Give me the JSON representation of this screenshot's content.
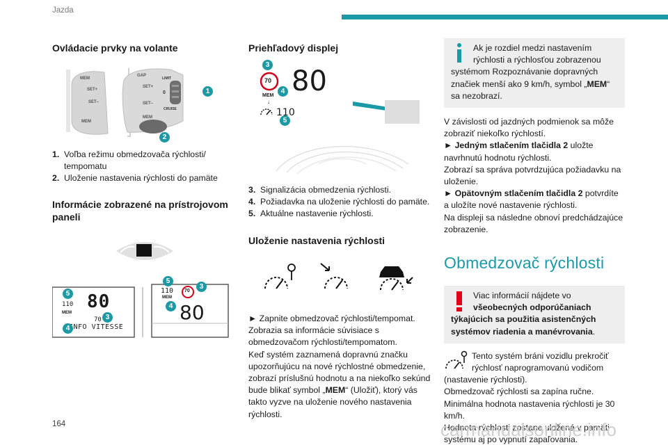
{
  "header": {
    "section": "Jazda",
    "accent_color": "#1a9aa6"
  },
  "page_number": "164",
  "watermark": "carmanualsonline.info",
  "col1": {
    "title1": "Ovládacie prvky na volante",
    "list1": [
      {
        "n": "1.",
        "text": "Voľba režimu obmedzovača rýchlosti/ tempomatu"
      },
      {
        "n": "2.",
        "text": "Uloženie nastavenia rýchlosti do pamäte"
      }
    ],
    "title2_line1": "Informácie zobrazené na prístrojovom",
    "title2_line2": "paneli",
    "stalk": {
      "mem": "MEM",
      "set_plus": "SET+",
      "set_minus": "SET–",
      "gap": "GAP",
      "limit": "LIMIT",
      "cruise": "CRUISE",
      "zero": "0",
      "mem2": "MEM"
    },
    "display_left": {
      "speed": "80",
      "small": "110",
      "mem": "MEM",
      "limit": "70",
      "info": "INFO VITESSE"
    },
    "display_right": {
      "small": "110",
      "mem": "MEM",
      "sign": "70",
      "speed": "80"
    }
  },
  "col2": {
    "title1": "Priehľadový displej",
    "hud": {
      "sign": "70",
      "mem": "MEM",
      "speed": "80",
      "small": "110"
    },
    "list1": [
      {
        "n": "3.",
        "text": "Signalizácia obmedzenia rýchlosti."
      },
      {
        "n": "4.",
        "text": "Požiadavka na uloženie rýchlosti do pamäte."
      },
      {
        "n": "5.",
        "text": "Aktuálne nastavenie rýchlosti."
      }
    ],
    "title2": "Uloženie nastavenia rýchlosti",
    "p_arrow": "►",
    "p1": "Zapnite obmedzovač rýchlosti/tempomat.",
    "p2": "Zobrazia sa informácie súvisiace s obmedzovačom rýchlosti/tempomatom.",
    "p3a": "Keď systém zaznamená dopravnú značku upozorňujúcu na nové rýchlostné obmedzenie, zobrazí príslušnú hodnotu a na niekoľko sekúnd bude blikať symbol „",
    "p3b": "MEM",
    "p3c": "“ (Uložiť), ktorý vás takto vyzve na uloženie nového nastavenia rýchlosti."
  },
  "col3": {
    "info1a": "Ak je rozdiel medzi nastavením rýchlosti a rýchlosťou zobrazenou systémom Rozpoznávanie dopravných značiek menší ako 9 km/h, symbol „",
    "info1b": "MEM",
    "info1c": "“ sa nezobrazí.",
    "p1": "V závislosti od jazdných podmienok sa môže zobraziť niekoľko rýchlostí.",
    "p2_arrow": "►",
    "p2_bold": "Jedným stlačením tlačidla 2",
    "p2_rest": " uložte navrhnutú hodnotu rýchlosti.",
    "p3": "Zobrazí sa správa potvrdzujúca požiadavku na uloženie.",
    "p4_arrow": "►",
    "p4_bold": "Opätovným stlačením tlačidla 2",
    "p4_rest": " potvrdíte a uložíte nové nastavenie rýchlosti.",
    "p5": "Na displeji sa následne obnoví predchádzajúce zobrazenie.",
    "section_title": "Obmedzovač rýchlosti",
    "warn_a": "Viac informácií nájdete vo ",
    "warn_b": "všeobecných odporúčaniach týkajúcich sa použitia asistenčných systémov riadenia a manévrovania",
    "warn_c": ".",
    "warn_color": "#e3001b",
    "s1": "Tento systém bráni vozidlu prekročiť rýchlosť naprogramovanú vodičom (nastavenie rýchlosti).",
    "s2": "Obmedzovač rýchlosti sa zapína ručne.",
    "s3": "Minimálna hodnota nastavenia rýchlosti je 30 km/h.",
    "s4": "Hodnota rýchlosti zostane uložená v pamäti systému aj po vypnutí zapaľovania."
  },
  "badges": [
    "1",
    "2",
    "3",
    "4",
    "5"
  ]
}
